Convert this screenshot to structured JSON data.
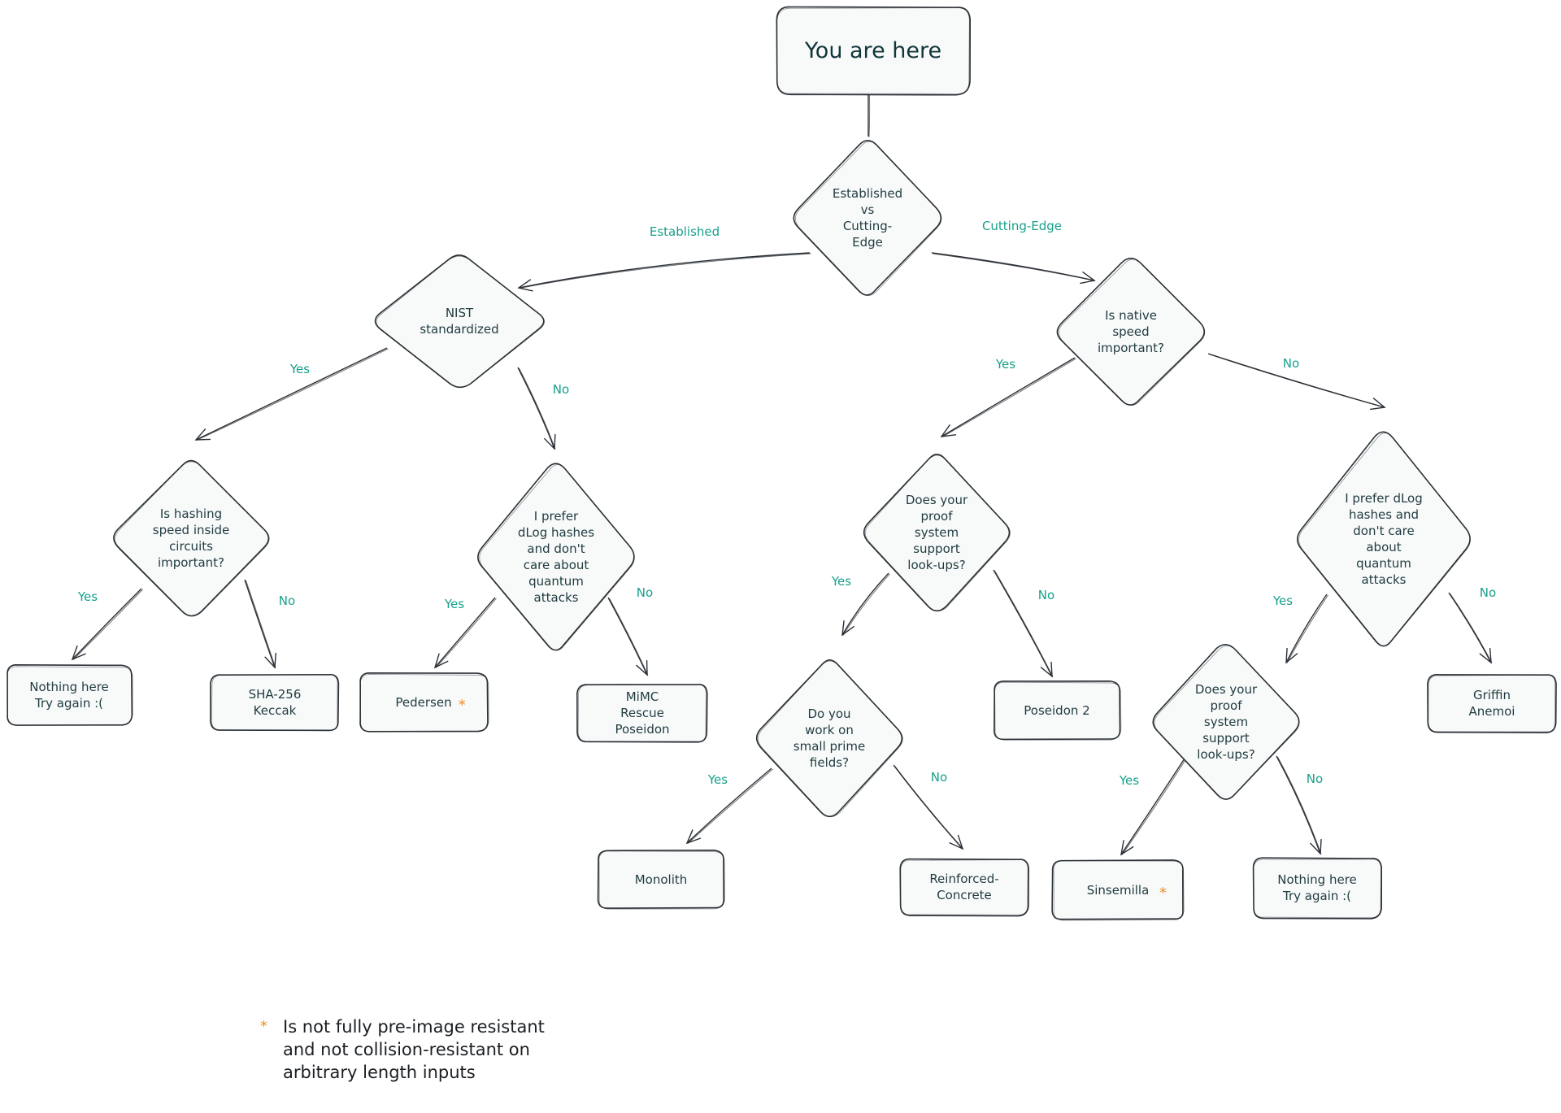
{
  "colors": {
    "edge_label": "#17a08c",
    "node_text": "#1f3a3f",
    "stroke": "#2b3036",
    "node_fill": "#f8fafa",
    "asterisk": "#f08c28"
  },
  "nodes": {
    "start": {
      "lines": [
        "You are here"
      ]
    },
    "q_established": {
      "lines": [
        "Established",
        "vs",
        "Cutting-",
        "Edge"
      ]
    },
    "q_nist": {
      "lines": [
        "NIST",
        "standardized"
      ]
    },
    "q_native_speed": {
      "lines": [
        "Is native",
        "speed",
        "important?"
      ]
    },
    "q_hash_speed": {
      "lines": [
        "Is hashing",
        "speed inside",
        "circuits",
        "important?"
      ]
    },
    "q_dlog_left": {
      "lines": [
        "I prefer",
        "dLog hashes",
        "and don't",
        "care about",
        "quantum",
        "attacks"
      ]
    },
    "q_lookups_mid": {
      "lines": [
        "Does your",
        "proof",
        "system",
        "support",
        "look-ups?"
      ]
    },
    "q_dlog_right": {
      "lines": [
        "I prefer dLog",
        "hashes and",
        "don't care",
        "about",
        "quantum",
        "attacks"
      ]
    },
    "q_small_prime": {
      "lines": [
        "Do you",
        "work on",
        "small prime",
        "fields?"
      ]
    },
    "q_lookups_right": {
      "lines": [
        "Does your",
        "proof",
        "system",
        "support",
        "look-ups?"
      ]
    },
    "r_nothing_1": {
      "lines": [
        "Nothing here",
        "Try again :("
      ]
    },
    "r_sha": {
      "lines": [
        "SHA-256",
        "Keccak"
      ]
    },
    "r_pedersen": {
      "lines": [
        "Pedersen"
      ],
      "asterisk": true
    },
    "r_mimc": {
      "lines": [
        "MiMC",
        "Rescue",
        "Poseidon"
      ]
    },
    "r_poseidon2": {
      "lines": [
        "Poseidon 2"
      ]
    },
    "r_griffin": {
      "lines": [
        "Griffin",
        "Anemoi"
      ]
    },
    "r_monolith": {
      "lines": [
        "Monolith"
      ]
    },
    "r_reinforced": {
      "lines": [
        "Reinforced-",
        "Concrete"
      ]
    },
    "r_sinsemilla": {
      "lines": [
        "Sinsemilla"
      ],
      "asterisk": true
    },
    "r_nothing_2": {
      "lines": [
        "Nothing here",
        "Try again :("
      ]
    }
  },
  "edges": [
    {
      "from": "start",
      "to": "q_established",
      "label": ""
    },
    {
      "from": "q_established",
      "to": "q_nist",
      "label": "Established"
    },
    {
      "from": "q_established",
      "to": "q_native_speed",
      "label": "Cutting-Edge"
    },
    {
      "from": "q_nist",
      "to": "q_hash_speed",
      "label": "Yes"
    },
    {
      "from": "q_nist",
      "to": "q_dlog_left",
      "label": "No"
    },
    {
      "from": "q_hash_speed",
      "to": "r_nothing_1",
      "label": "Yes"
    },
    {
      "from": "q_hash_speed",
      "to": "r_sha",
      "label": "No"
    },
    {
      "from": "q_dlog_left",
      "to": "r_pedersen",
      "label": "Yes"
    },
    {
      "from": "q_dlog_left",
      "to": "r_mimc",
      "label": "No"
    },
    {
      "from": "q_native_speed",
      "to": "q_lookups_mid",
      "label": "Yes"
    },
    {
      "from": "q_native_speed",
      "to": "q_dlog_right",
      "label": "No"
    },
    {
      "from": "q_lookups_mid",
      "to": "q_small_prime",
      "label": "Yes"
    },
    {
      "from": "q_lookups_mid",
      "to": "r_poseidon2",
      "label": "No"
    },
    {
      "from": "q_small_prime",
      "to": "r_monolith",
      "label": "Yes"
    },
    {
      "from": "q_small_prime",
      "to": "r_reinforced",
      "label": "No"
    },
    {
      "from": "q_dlog_right",
      "to": "q_lookups_right",
      "label": "Yes"
    },
    {
      "from": "q_dlog_right",
      "to": "r_griffin",
      "label": "No"
    },
    {
      "from": "q_lookups_right",
      "to": "r_sinsemilla",
      "label": "Yes"
    },
    {
      "from": "q_lookups_right",
      "to": "r_nothing_2",
      "label": "No"
    }
  ],
  "footnote": {
    "marker": "*",
    "lines": [
      "Is not fully pre-image resistant",
      "and not collision-resistant on",
      "arbitrary length inputs"
    ]
  }
}
